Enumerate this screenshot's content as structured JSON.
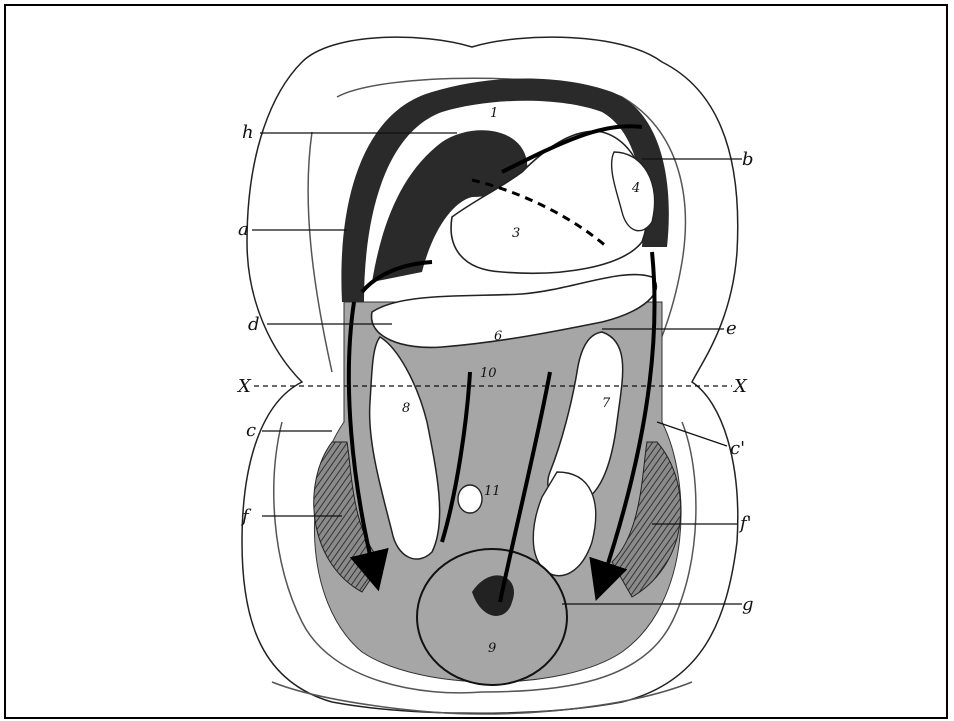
{
  "figure": {
    "labels": {
      "h": "h",
      "b": "b",
      "a": "a",
      "d": "d",
      "e": "e",
      "x_left": "X",
      "x_right": "X",
      "c": "c",
      "c_prime": "c'",
      "f": "f",
      "f_prime": "f'",
      "g": "g"
    },
    "numbers": {
      "n1": "1",
      "n3": "3",
      "n4": "4",
      "n6": "6",
      "n7": "7",
      "n8": "8",
      "n9": "9",
      "n10": "10",
      "n11": "11"
    }
  },
  "colors": {
    "border": "#000000",
    "dark_region": "#2a2a2a",
    "grey_region": "#a6a6a6",
    "hatched_region": "#5a5a5a",
    "organ_white": "#ffffff"
  }
}
